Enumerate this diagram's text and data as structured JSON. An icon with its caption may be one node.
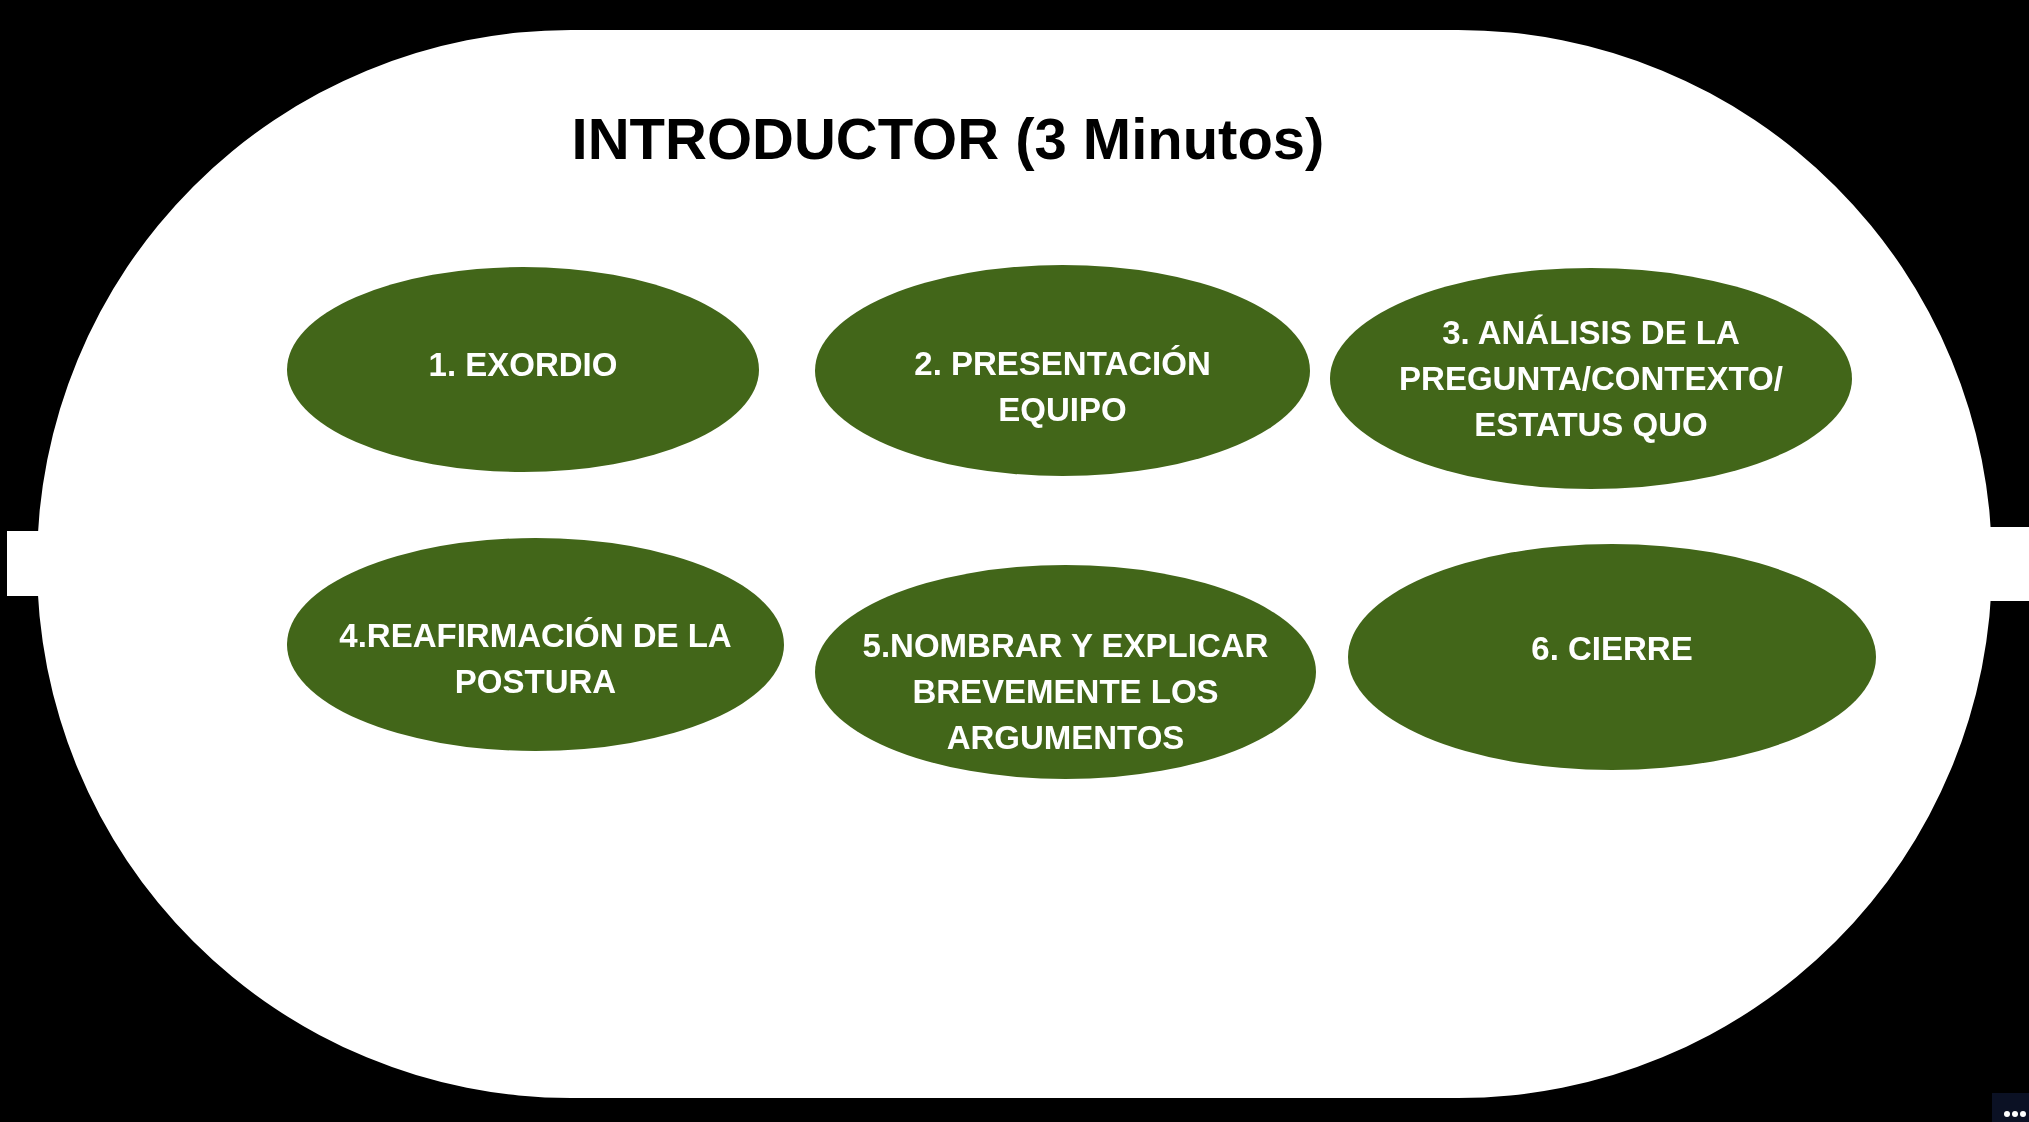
{
  "diagram": {
    "nodes": [
      {
        "text": [
          "INTRODUCTOR (3 Minutos)"
        ]
      },
      {
        "text": [
          "1. EXORDIO"
        ],
        "in": 0
      },
      {
        "text": [
          "2. PRESENTACIÓN EQUIPO"
        ],
        "in": 0
      },
      {
        "text": [
          "3. ANÁLISIS DE LA PREGUNTA/CONTEXTO/ ESTATUS QUO"
        ],
        "in": 0
      },
      {
        "text": [
          "4.REAFIRMACIÓN DE LA POSTURA"
        ],
        "in": 0
      },
      {
        "text": [
          "5.NOMBRAR Y EXPLICAR BREVEMENTE LOS ARGUMENTOS"
        ],
        "in": 0
      },
      {
        "text": [
          "6. CIERRE"
        ],
        "in": 0
      }
    ]
  }
}
